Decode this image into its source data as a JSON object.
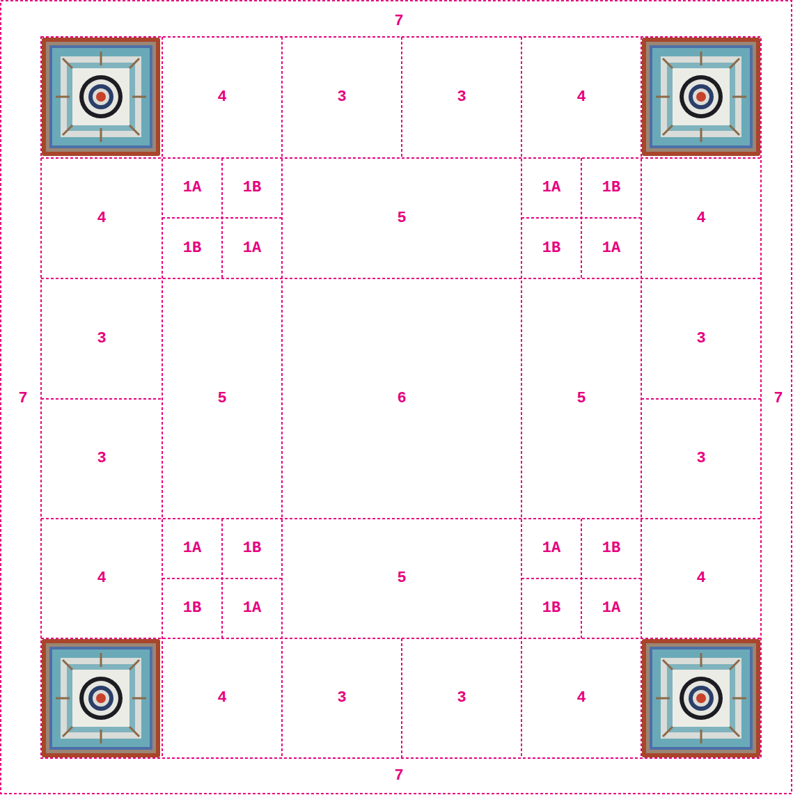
{
  "diagram": {
    "nodes": [
      {
        "text": [
          "7",
          "7",
          "7",
          "7"
        ]
      },
      {
        "text": [
          "4"
        ],
        "in": 0
      },
      {
        "text": [
          "3"
        ],
        "in": 0
      },
      {
        "text": [
          "3"
        ],
        "in": 0
      },
      {
        "text": [
          "4"
        ],
        "in": 0
      },
      {
        "text": [
          "4"
        ],
        "in": 0
      },
      {
        "text": [
          "1A"
        ],
        "in": 0
      },
      {
        "text": [
          "1B"
        ],
        "in": 0
      },
      {
        "text": [
          "5"
        ],
        "in": 0
      },
      {
        "text": [
          "1A"
        ],
        "in": 0
      },
      {
        "text": [
          "1B"
        ],
        "in": 0
      },
      {
        "text": [
          "4"
        ],
        "in": 0
      },
      {
        "text": [
          "1B"
        ],
        "in": 0
      },
      {
        "text": [
          "1A"
        ],
        "in": 0
      },
      {
        "text": [
          "1B"
        ],
        "in": 0
      },
      {
        "text": [
          "1A"
        ],
        "in": 0
      },
      {
        "text": [
          "3"
        ],
        "in": 0
      },
      {
        "text": [
          "5"
        ],
        "in": 0
      },
      {
        "text": [
          "6"
        ],
        "in": 0
      },
      {
        "text": [
          "5"
        ],
        "in": 0
      },
      {
        "text": [
          "3"
        ],
        "in": 0
      },
      {
        "text": [
          "3"
        ],
        "in": 0
      },
      {
        "text": [
          "3"
        ],
        "in": 0
      },
      {
        "text": [
          "4"
        ],
        "in": 0
      },
      {
        "text": [
          "1A"
        ],
        "in": 0
      },
      {
        "text": [
          "1B"
        ],
        "in": 0
      },
      {
        "text": [
          "5"
        ],
        "in": 0
      },
      {
        "text": [
          "1A"
        ],
        "in": 0
      },
      {
        "text": [
          "1B"
        ],
        "in": 0
      },
      {
        "text": [
          "4"
        ],
        "in": 0
      },
      {
        "text": [
          "1B"
        ],
        "in": 0
      },
      {
        "text": [
          "1A"
        ],
        "in": 0
      },
      {
        "text": [
          "1B"
        ],
        "in": 0
      },
      {
        "text": [
          "1A"
        ],
        "in": 0
      },
      {
        "text": [
          "4"
        ],
        "in": 0
      },
      {
        "text": [
          "3"
        ],
        "in": 0
      },
      {
        "text": [
          "3"
        ],
        "in": 0
      },
      {
        "text": [
          "4"
        ],
        "in": 0
      }
    ]
  }
}
